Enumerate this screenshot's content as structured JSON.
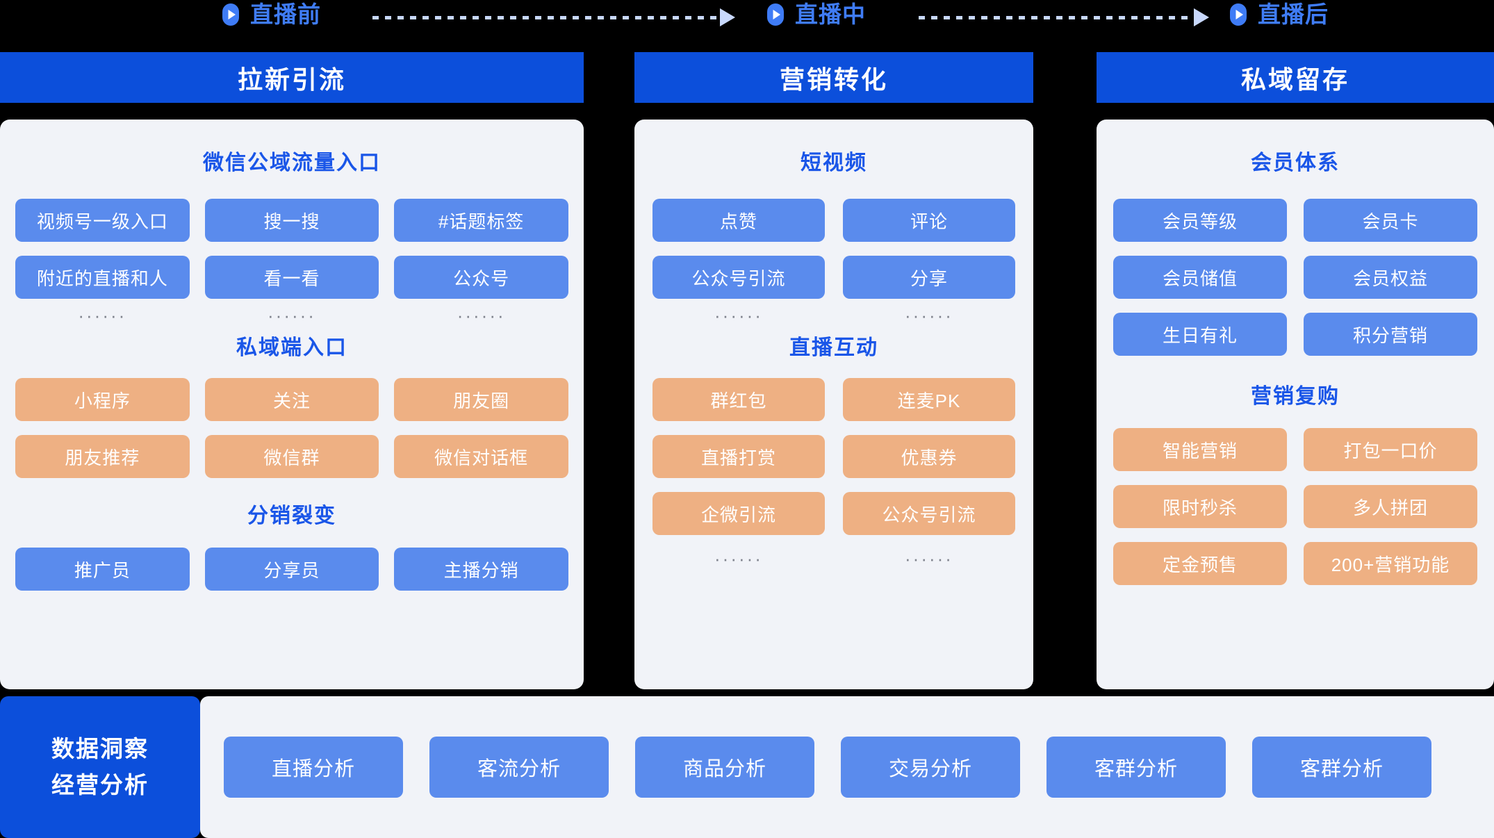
{
  "phases": [
    {
      "label": "直播前",
      "icon": "play-circle-icon"
    },
    {
      "label": "直播中",
      "icon": "play-circle-icon"
    },
    {
      "label": "直播后",
      "icon": "play-circle-icon"
    }
  ],
  "columns": [
    {
      "header": "拉新引流",
      "sections": [
        {
          "title": "微信公域流量入口",
          "style": "blue",
          "cols": 3,
          "items": [
            "视频号一级入口",
            "搜一搜",
            "#话题标签",
            "附近的直播和人",
            "看一看",
            "公众号"
          ],
          "ellipsis": [
            "······",
            "······",
            "······"
          ]
        },
        {
          "title": "私域端入口",
          "style": "orange",
          "cols": 3,
          "items": [
            "小程序",
            "关注",
            "朋友圈",
            "朋友推荐",
            "微信群",
            "微信对话框"
          ],
          "ellipsis": []
        },
        {
          "title": "分销裂变",
          "style": "blue",
          "cols": 3,
          "items": [
            "推广员",
            "分享员",
            "主播分销"
          ],
          "ellipsis": []
        }
      ]
    },
    {
      "header": "营销转化",
      "sections": [
        {
          "title": "短视频",
          "style": "blue",
          "cols": 2,
          "items": [
            "点赞",
            "评论",
            "公众号引流",
            "分享"
          ],
          "ellipsis": [
            "······",
            "······"
          ]
        },
        {
          "title": "直播互动",
          "style": "orange",
          "cols": 2,
          "items": [
            "群红包",
            "连麦PK",
            "直播打赏",
            "优惠券",
            "企微引流",
            "公众号引流"
          ],
          "ellipsis": [
            "······",
            "······"
          ]
        }
      ]
    },
    {
      "header": "私域留存",
      "sections": [
        {
          "title": "会员体系",
          "style": "blue",
          "cols": 2,
          "items": [
            "会员等级",
            "会员卡",
            "会员储值",
            "会员权益",
            "生日有礼",
            "积分营销"
          ],
          "ellipsis": []
        },
        {
          "title": "营销复购",
          "style": "orange",
          "cols": 2,
          "items": [
            "智能营销",
            "打包一口价",
            "限时秒杀",
            "多人拼团",
            "定金预售",
            "200+营销功能"
          ],
          "ellipsis": []
        }
      ]
    }
  ],
  "bottom": {
    "brand_line1": "数据洞察",
    "brand_line2": "经营分析",
    "items": [
      "直播分析",
      "客流分析",
      "商品分析",
      "交易分析",
      "客群分析",
      "客群分析"
    ]
  },
  "colors": {
    "background": "#000000",
    "header_blue": "#0c4fdb",
    "accent_blue": "#3f7cf6",
    "title_blue": "#1a56e8",
    "pill_blue": "#5a8bed",
    "pill_orange": "#eeb083",
    "card_bg": "#f1f3f8",
    "arrow": "#c8d8fc"
  }
}
